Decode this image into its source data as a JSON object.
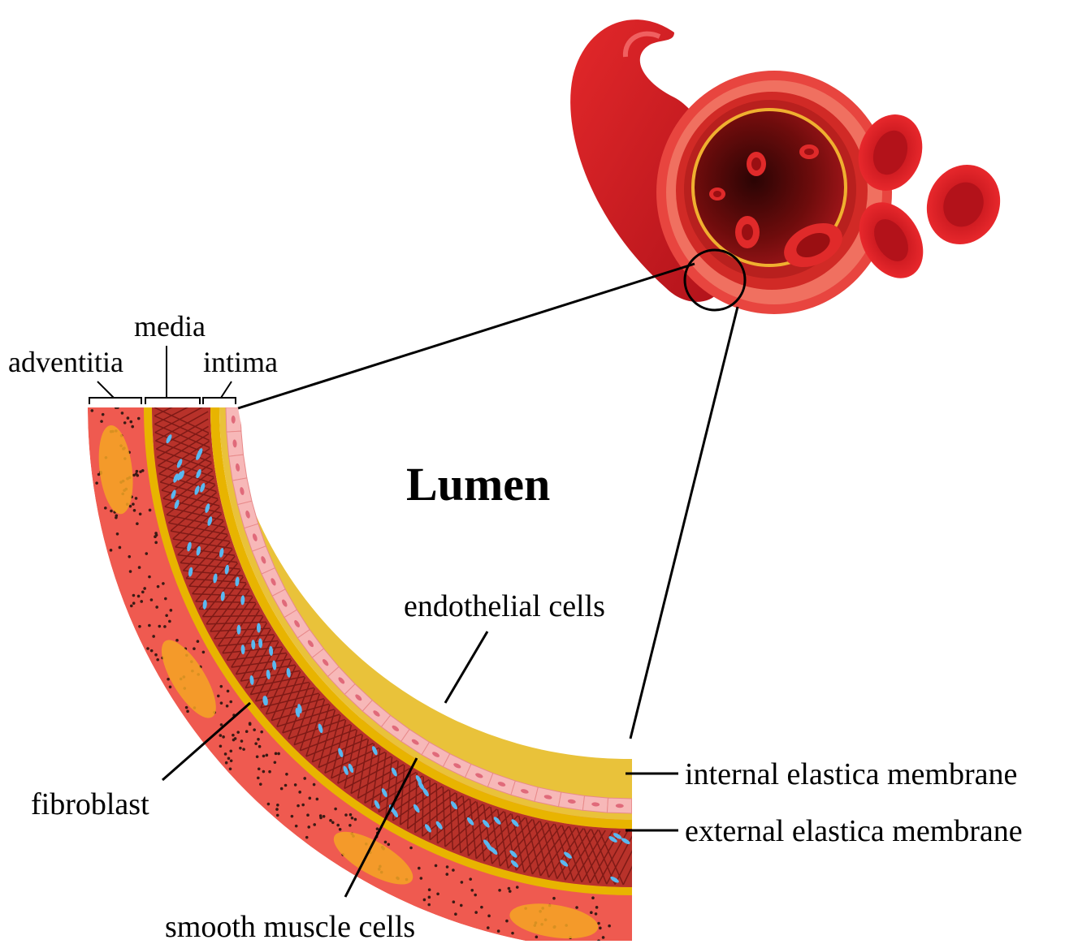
{
  "diagram": {
    "center_label": "Lumen",
    "layer_labels": {
      "adventitia": "adventitia",
      "media": "media",
      "intima": "intima"
    },
    "callouts": {
      "endothelial": "endothelial cells",
      "internal_membrane": "internal elastica membrane",
      "external_membrane": "external elastica membrane",
      "fibroblast": "fibroblast",
      "smooth_muscle": "smooth muscle cells"
    },
    "colors": {
      "adventitia": "#ef5a50",
      "adventitia_dots": "#3a1a14",
      "fibroblast": "#f5a623",
      "elastic_membrane": "#e8b400",
      "media": "#b8322a",
      "smooth_muscle_nucleus": "#5ab8f0",
      "intima": "#e9c23a",
      "endothelium": "#f7b8b8",
      "blood": "#d81e1e",
      "lumen_dark": "#4a0808"
    }
  }
}
